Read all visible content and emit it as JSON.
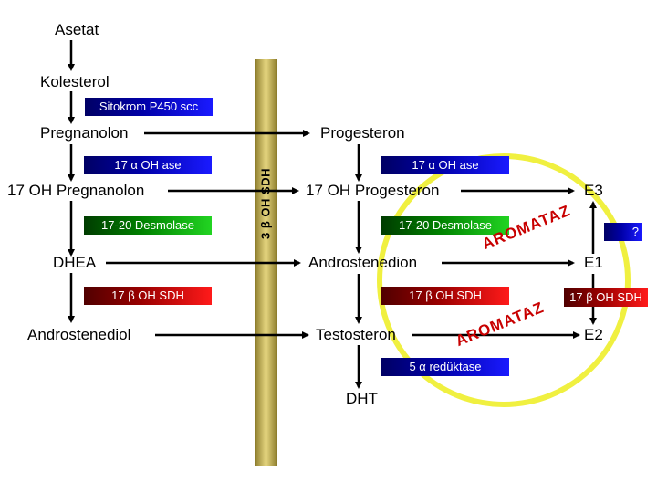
{
  "nodes": {
    "asetat": "Asetat",
    "kolesterol": "Kolesterol",
    "pregnanolon": "Pregnanolon",
    "progesteron": "Progesteron",
    "oh_pregnanolon": "17 OH Pregnanolon",
    "oh_progesteron": "17 OH Progesteron",
    "e3": "E3",
    "dhea": "DHEA",
    "androstenedion": "Androstenedion",
    "e1": "E1",
    "androstenediol": "Androstenediol",
    "testosteron": "Testosteron",
    "e2": "E2",
    "dht": "DHT"
  },
  "enzymes": {
    "sitokrom": "Sitokrom P450 scc",
    "oh_ase_left": "17 α OH ase",
    "oh_ase_right": "17 α OH ase",
    "desmolase_left": "17-20 Desmolase",
    "desmolase_right": "17-20 Desmolase",
    "sdh_left": "17 β OH SDH",
    "sdh_mid": "17 β OH SDH",
    "sdh_right": "17 β OH SDH",
    "reductase": "5 α redüktase",
    "vertical_bar": "3 β OH SDH"
  },
  "aromatase_upper": "AROMATAZ",
  "aromatase_lower": "AROMATAZ",
  "question": "?",
  "colors": {
    "enzyme_blue": "#0000a8",
    "enzyme_red": "#9a0000",
    "enzyme_green": "#008000",
    "aromatase_text": "#c80000",
    "highlight_ring": "#f0f040",
    "bar": "#c8b860"
  }
}
